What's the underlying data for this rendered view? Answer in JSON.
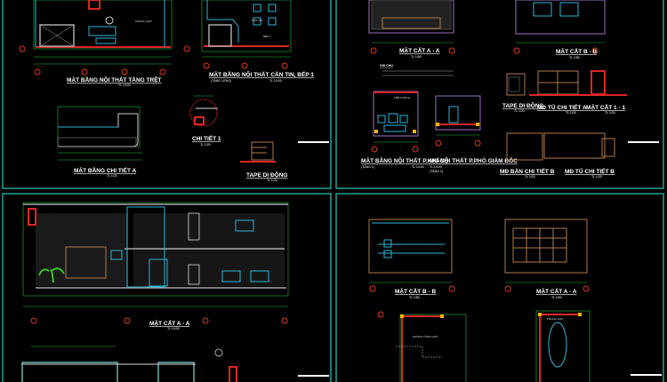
{
  "sheets": [
    {
      "drawings": [
        {
          "title": "MẶT BẰNG NỘI THẤT TẦNG TRỆT",
          "scale": "TL 1/100"
        },
        {
          "title": "MẶT BẰNG NỘI THẤT CẦN TIN, BẾP 1",
          "subtitle": "(TẦNG LỬNG)",
          "scale": "TL 1/100"
        },
        {
          "title": "MẶT BẰNG CHI TIẾT A",
          "scale": "TL 1/20"
        },
        {
          "title": "CHI TIẾT 1",
          "scale": "TL 1/20"
        },
        {
          "title": "TAPE DI ĐỘNG",
          "scale": "TL 1/20"
        }
      ],
      "room_labels": [
        "PHÒNG CHỜ",
        "CĂN TIN",
        "BẾP 1"
      ]
    },
    {
      "drawings": [
        {
          "title": "MẶT CẮT A - A",
          "scale": "TL 1/50"
        },
        {
          "title": "MẶT CẮT B - B",
          "scale": "TL 1/50"
        },
        {
          "title": "TAPE DI ĐỘNG",
          "scale": "TL 1/20"
        },
        {
          "title": "MĐ TỦ CHI TIẾT A",
          "scale": "TL 1/20"
        },
        {
          "title": "MẶT CẮT 1 - 1",
          "scale": "TL 1/20"
        },
        {
          "title": "MẶT BẰNG NỘI THẤT P.KHÁCH",
          "subtitle": "(TẦNG 1)",
          "scale": "TL 1/100"
        },
        {
          "title": "MB NỘI THẤT P.PHÓ GIÁM ĐỐC",
          "subtitle": "(TẦNG 2)",
          "scale": "TL 1/100"
        },
        {
          "title": "MĐ BÀN CHI TIẾT B",
          "scale": "TL 1/20"
        },
        {
          "title": "MĐ TỦ CHI TIẾT B",
          "scale": "TL 1/20"
        }
      ],
      "note_title": "GHI CHÚ",
      "room_labels": [
        "TIẾP KHÁCH"
      ]
    },
    {
      "drawings": [
        {
          "title": "MẶT CẮT A - A",
          "scale": "TL 1/100"
        }
      ]
    },
    {
      "drawings": [
        {
          "title": "MẶT CẮT B - B",
          "scale": "TL 1/50"
        },
        {
          "title": "MẶT CẮT A - A",
          "scale": "TL 1/50"
        }
      ],
      "room_labels": [
        "PHÒNG TỔNG HỢP",
        "PHÒNG HỌP"
      ]
    }
  ],
  "colors": {
    "background": "#000000",
    "frame": "#1fa39a",
    "dimension": "#1fbf3a",
    "wall": "#e02525",
    "furniture": "#2ab6d8"
  }
}
